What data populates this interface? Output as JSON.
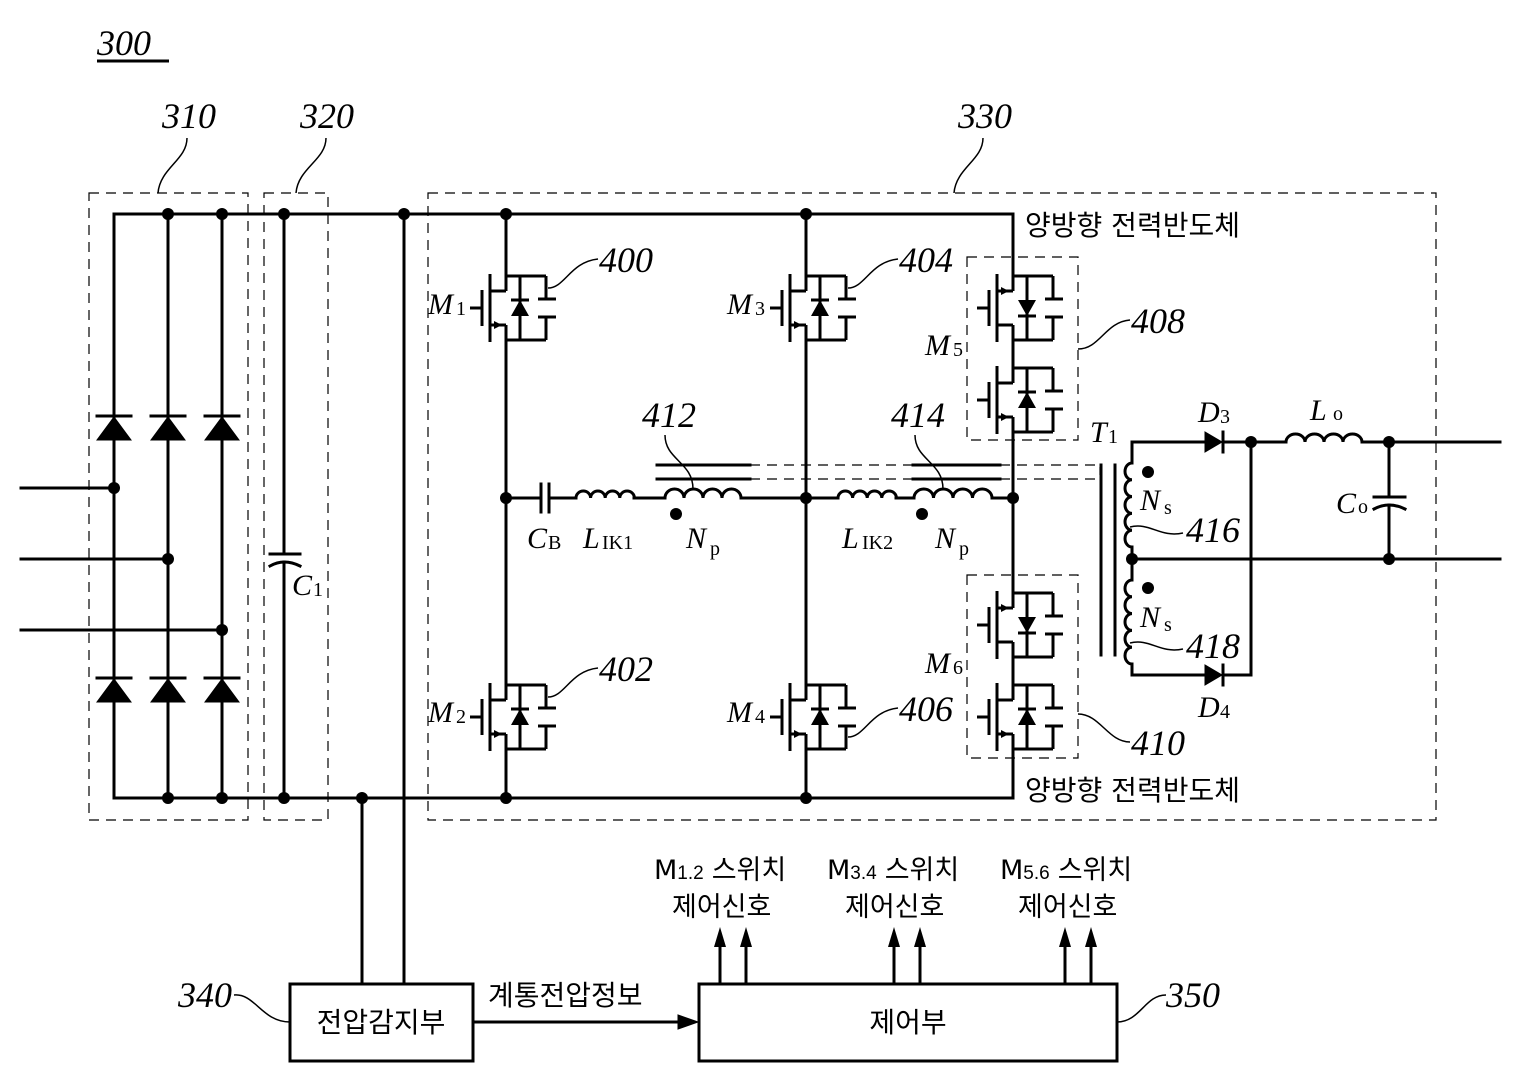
{
  "figure": {
    "number": "300",
    "blocks": {
      "rectifier": "310",
      "dc_link": "320",
      "converter": "330",
      "voltage_sensor": "340",
      "controller": "350"
    },
    "switch_refs": {
      "m1": "400",
      "m2": "402",
      "m3": "404",
      "m4": "406",
      "m5_block": "408",
      "m6_block": "410",
      "transformer_primary_1": "412",
      "transformer_primary_2": "414",
      "secondary_1": "416",
      "secondary_2": "418"
    },
    "components": {
      "M1": {
        "main": "M",
        "sub": "1"
      },
      "M2": {
        "main": "M",
        "sub": "2"
      },
      "M3": {
        "main": "M",
        "sub": "3"
      },
      "M4": {
        "main": "M",
        "sub": "4"
      },
      "M5": {
        "main": "M",
        "sub": "5"
      },
      "M6": {
        "main": "M",
        "sub": "6"
      },
      "C1": {
        "main": "C",
        "sub": "1"
      },
      "CB": {
        "main": "C",
        "sub": "B"
      },
      "LIK1": {
        "main": "L",
        "sub": "IK1"
      },
      "LIK2": {
        "main": "L",
        "sub": "IK2"
      },
      "Np1": {
        "main": "N",
        "sub": "p"
      },
      "Np2": {
        "main": "N",
        "sub": "p"
      },
      "Ns1": {
        "main": "N",
        "sub": "s"
      },
      "Ns2": {
        "main": "N",
        "sub": "s"
      },
      "T1": {
        "main": "T",
        "sub": "1"
      },
      "D3": {
        "main": "D",
        "sub": "3"
      },
      "D4": {
        "main": "D",
        "sub": "4"
      },
      "Lo": {
        "main": "L",
        "sub": "o"
      },
      "Co": {
        "main": "C",
        "sub": "o"
      }
    },
    "labels": {
      "bidirectional_top": "양방향 전력반도체",
      "bidirectional_bottom": "양방향 전력반도체",
      "voltage_sensor_box": "전압감지부",
      "controller_box": "제어부",
      "grid_voltage_info": "계통전압정보"
    },
    "control_signals": [
      {
        "prefix": "M",
        "sub": "1.2",
        "line1": "스위치",
        "line2": "제어신호"
      },
      {
        "prefix": "M",
        "sub": "3.4",
        "line1": "스위치",
        "line2": "제어신호"
      },
      {
        "prefix": "M",
        "sub": "5.6",
        "line1": "스위치",
        "line2": "제어신호"
      }
    ]
  }
}
